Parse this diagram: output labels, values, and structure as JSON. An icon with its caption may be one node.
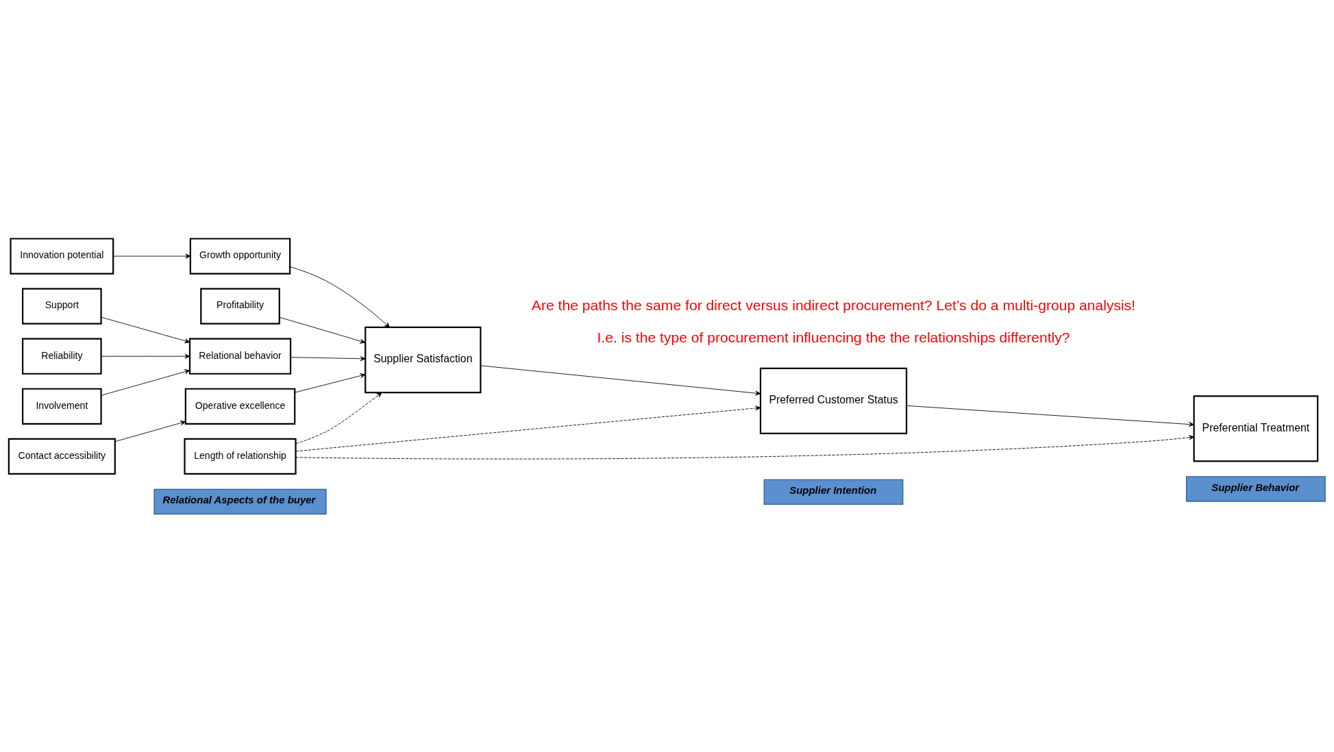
{
  "diagram": {
    "nodes": [
      {
        "text": [
          "Relational Aspects of the buyer"
        ]
      },
      {
        "text": [
          "Supplier Intention"
        ]
      },
      {
        "text": [
          "Supplier Behavior"
        ]
      },
      {
        "text": [
          "Innovation potential"
        ]
      },
      {
        "text": [
          "Growth opportunity"
        ]
      },
      {
        "text": [
          "Profitability"
        ]
      },
      {
        "text": [
          "Support"
        ]
      },
      {
        "text": [
          "Reliability"
        ]
      },
      {
        "text": [
          "Involvement"
        ]
      },
      {
        "text": [
          "Relational behavior"
        ]
      },
      {
        "text": [
          "Contact accessibility"
        ]
      },
      {
        "text": [
          "Operative excellence"
        ]
      },
      {
        "text": [
          "Length of relationship"
        ]
      },
      {
        "text": [
          "Supplier Satisfaction"
        ]
      },
      {
        "text": [
          "Preferred Customer Status"
        ]
      },
      {
        "text": [
          "Preferential Treatment"
        ]
      }
    ],
    "edges": [
      {
        "from": 3,
        "to": 4,
        "arrow": "to"
      },
      {
        "from": 4,
        "to": 13,
        "arrow": "to"
      },
      {
        "from": 5,
        "to": 13,
        "arrow": "to"
      },
      {
        "from": 6,
        "to": 9,
        "arrow": "to"
      },
      {
        "from": 7,
        "to": 9,
        "arrow": "to"
      },
      {
        "from": 8,
        "to": 9,
        "arrow": "to"
      },
      {
        "from": 9,
        "to": 13,
        "arrow": "to"
      },
      {
        "from": 10,
        "to": 11,
        "arrow": "to"
      },
      {
        "from": 11,
        "to": 13,
        "arrow": "to"
      },
      {
        "from": 12,
        "to": 13,
        "arrow": "to",
        "style": "dashed"
      },
      {
        "from": 12,
        "to": 14,
        "arrow": "to",
        "style": "dashed"
      },
      {
        "from": 12,
        "to": 15,
        "arrow": "to",
        "style": "dashed"
      },
      {
        "from": 13,
        "to": 14,
        "arrow": "to"
      },
      {
        "from": 14,
        "to": 15,
        "arrow": "to"
      }
    ],
    "labels": [
      "Are the paths the same for direct versus indirect procurement? Let’s do a multi-group analysis!",
      "I.e. is the type of procurement influencing the the relationships differently?"
    ]
  }
}
